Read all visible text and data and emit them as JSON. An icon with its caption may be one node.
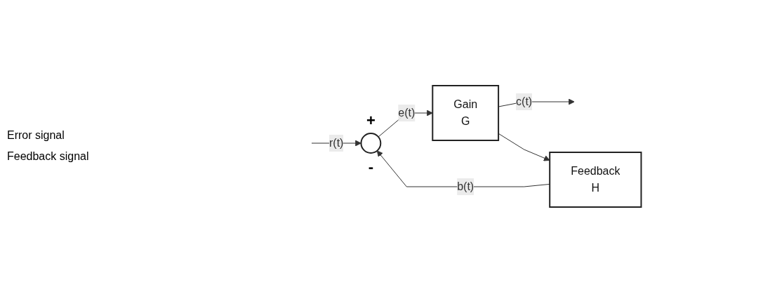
{
  "diagram": {
    "nodes": [
      {
        "text": [
          "+",
          "-"
        ]
      },
      {
        "text": [
          "Gain",
          "G"
        ]
      },
      {
        "text": [
          "Feedback",
          "H"
        ]
      }
    ],
    "edges": [
      {
        "from": null,
        "to": 0,
        "arrow": "to",
        "label": "r(t)"
      },
      {
        "from": 0,
        "to": 1,
        "arrow": "to",
        "label": "e(t)"
      },
      {
        "from": 1,
        "to": null,
        "arrow": "to",
        "label": "c(t)"
      },
      {
        "from": 1,
        "to": 2,
        "arrow": "to"
      },
      {
        "from": 2,
        "to": 0,
        "arrow": "to",
        "label": "b(t)"
      }
    ],
    "labels": [
      "Error signal",
      "Feedback signal"
    ]
  }
}
